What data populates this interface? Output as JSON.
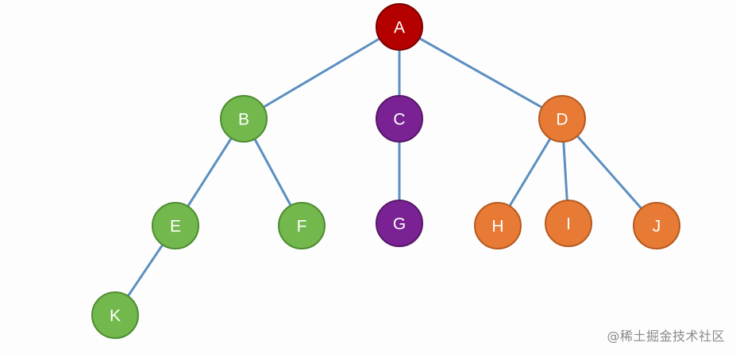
{
  "colors": {
    "edge": "#5b8fc0",
    "red": "#b50000",
    "red_border": "#7d0000",
    "green": "#72b84c",
    "green_border": "#4e8c32",
    "purple": "#7a2294",
    "purple_border": "#561868",
    "orange": "#e77a34",
    "orange_border": "#b65a21"
  },
  "nodes": [
    {
      "id": "A",
      "label": "A",
      "color": "red"
    },
    {
      "id": "B",
      "label": "B",
      "color": "green"
    },
    {
      "id": "C",
      "label": "C",
      "color": "purple"
    },
    {
      "id": "D",
      "label": "D",
      "color": "orange"
    },
    {
      "id": "E",
      "label": "E",
      "color": "green"
    },
    {
      "id": "F",
      "label": "F",
      "color": "green"
    },
    {
      "id": "G",
      "label": "G",
      "color": "purple"
    },
    {
      "id": "H",
      "label": "H",
      "color": "orange"
    },
    {
      "id": "I",
      "label": "I",
      "color": "orange"
    },
    {
      "id": "J",
      "label": "J",
      "color": "orange"
    },
    {
      "id": "K",
      "label": "K",
      "color": "green"
    }
  ],
  "edges": [
    {
      "from": "A",
      "to": "B"
    },
    {
      "from": "A",
      "to": "C"
    },
    {
      "from": "A",
      "to": "D"
    },
    {
      "from": "B",
      "to": "E"
    },
    {
      "from": "B",
      "to": "F"
    },
    {
      "from": "C",
      "to": "G"
    },
    {
      "from": "D",
      "to": "H"
    },
    {
      "from": "D",
      "to": "I"
    },
    {
      "from": "D",
      "to": "J"
    },
    {
      "from": "E",
      "to": "K"
    }
  ],
  "watermark": "@稀土掘金技术社区"
}
